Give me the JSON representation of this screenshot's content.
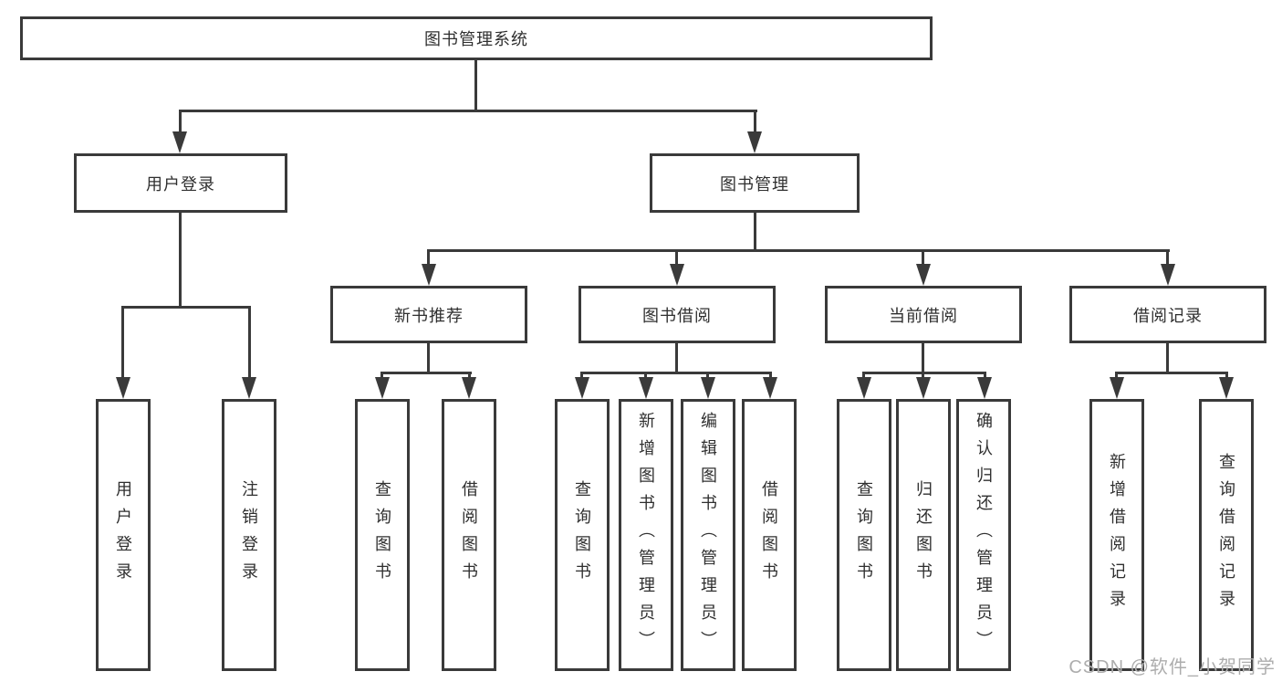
{
  "tree": {
    "root": "图书管理系统",
    "children": [
      {
        "label": "用户登录",
        "children": [
          "用户登录",
          "注销登录"
        ]
      },
      {
        "label": "图书管理",
        "children": [
          {
            "label": "新书推荐",
            "children": [
              "查询图书",
              "借阅图书"
            ]
          },
          {
            "label": "图书借阅",
            "children": [
              "查询图书",
              "新增图书（管理员）",
              "编辑图书（管理员）",
              "借阅图书"
            ]
          },
          {
            "label": "当前借阅",
            "children": [
              "查询图书",
              "归还图书",
              "确认归还（管理员）"
            ]
          },
          {
            "label": "借阅记录",
            "children": [
              "新增借阅记录",
              "查询借阅记录"
            ]
          }
        ]
      }
    ]
  },
  "watermark": "CSDN @软件_小贺同学",
  "colors": {
    "line": "#3a3a3a",
    "text": "#2f2f2f",
    "watermark": "#adadad",
    "background": "#ffffff"
  }
}
